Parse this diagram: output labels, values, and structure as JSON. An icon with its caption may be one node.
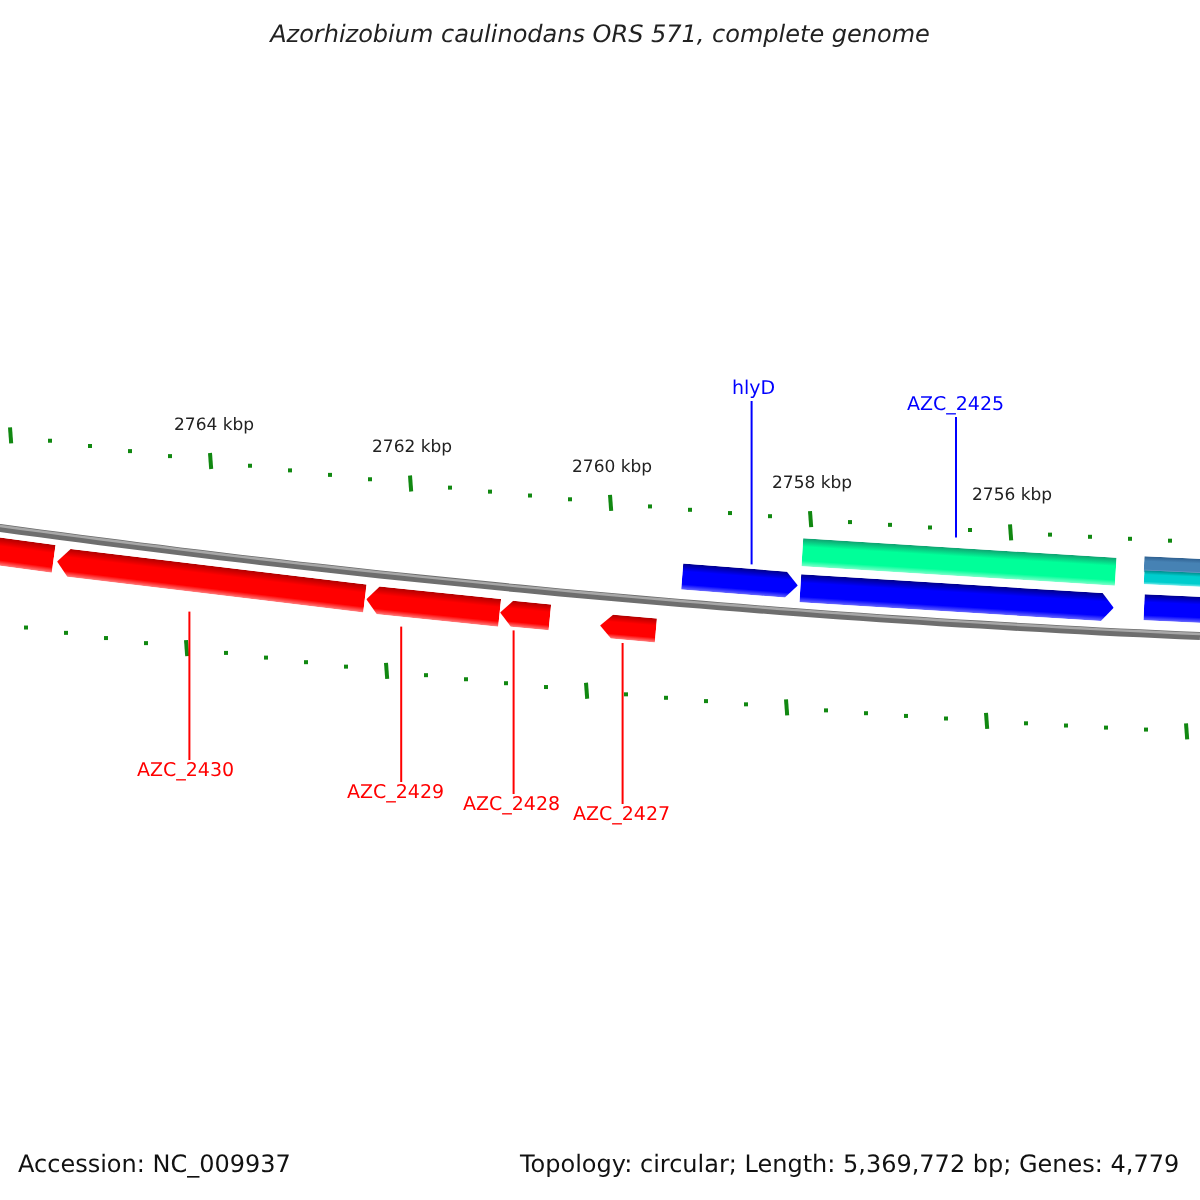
{
  "diagram": {
    "title": "Azorhizobium caulinodans ORS 571, complete genome",
    "nodes": [
      {
        "text": [
          "hlyD"
        ]
      },
      {
        "text": [
          "AZC_2425"
        ]
      },
      {
        "text": [],
        "shape": "arrow"
      },
      {
        "text": [],
        "shape": "arrow"
      },
      {
        "text": [],
        "shape": "arrow"
      },
      {
        "text": [],
        "shape": "arrow"
      },
      {
        "text": [],
        "shape": "arrow"
      },
      {
        "text": [],
        "shape": "arrow"
      },
      {
        "text": [
          "AZC_2430"
        ]
      },
      {
        "text": [
          "AZC_2429"
        ]
      },
      {
        "text": [
          "AZC_2428"
        ]
      },
      {
        "text": [
          "AZC_2427"
        ]
      },
      {
        "text": [],
        "shape": "bar"
      },
      {
        "text": [],
        "shape": "bar"
      },
      {
        "text": [],
        "shape": "bar"
      },
      {
        "text": [],
        "shape": "bar"
      },
      {
        "text": [],
        "shape": "bar"
      }
    ],
    "edges": [
      {
        "from": 0,
        "to": 6,
        "arrow": "none",
        "color": "#0000ff"
      },
      {
        "from": 1,
        "to": 13,
        "arrow": "none",
        "color": "#0000ff"
      },
      {
        "from": 8,
        "to": 2,
        "arrow": "none"
      },
      {
        "from": 9,
        "to": 3,
        "arrow": "none"
      },
      {
        "from": 10,
        "to": 4,
        "arrow": "none"
      },
      {
        "from": 11,
        "to": 5,
        "arrow": "none"
      }
    ],
    "labels": [
      "2764 kbp",
      "2762 kbp",
      "2760 kbp",
      "2758 kbp",
      "2756 kbp",
      "Accession: NC_009937",
      "Topology: circular; Length: 5,369,772 bp; Genes: 4,779"
    ]
  }
}
